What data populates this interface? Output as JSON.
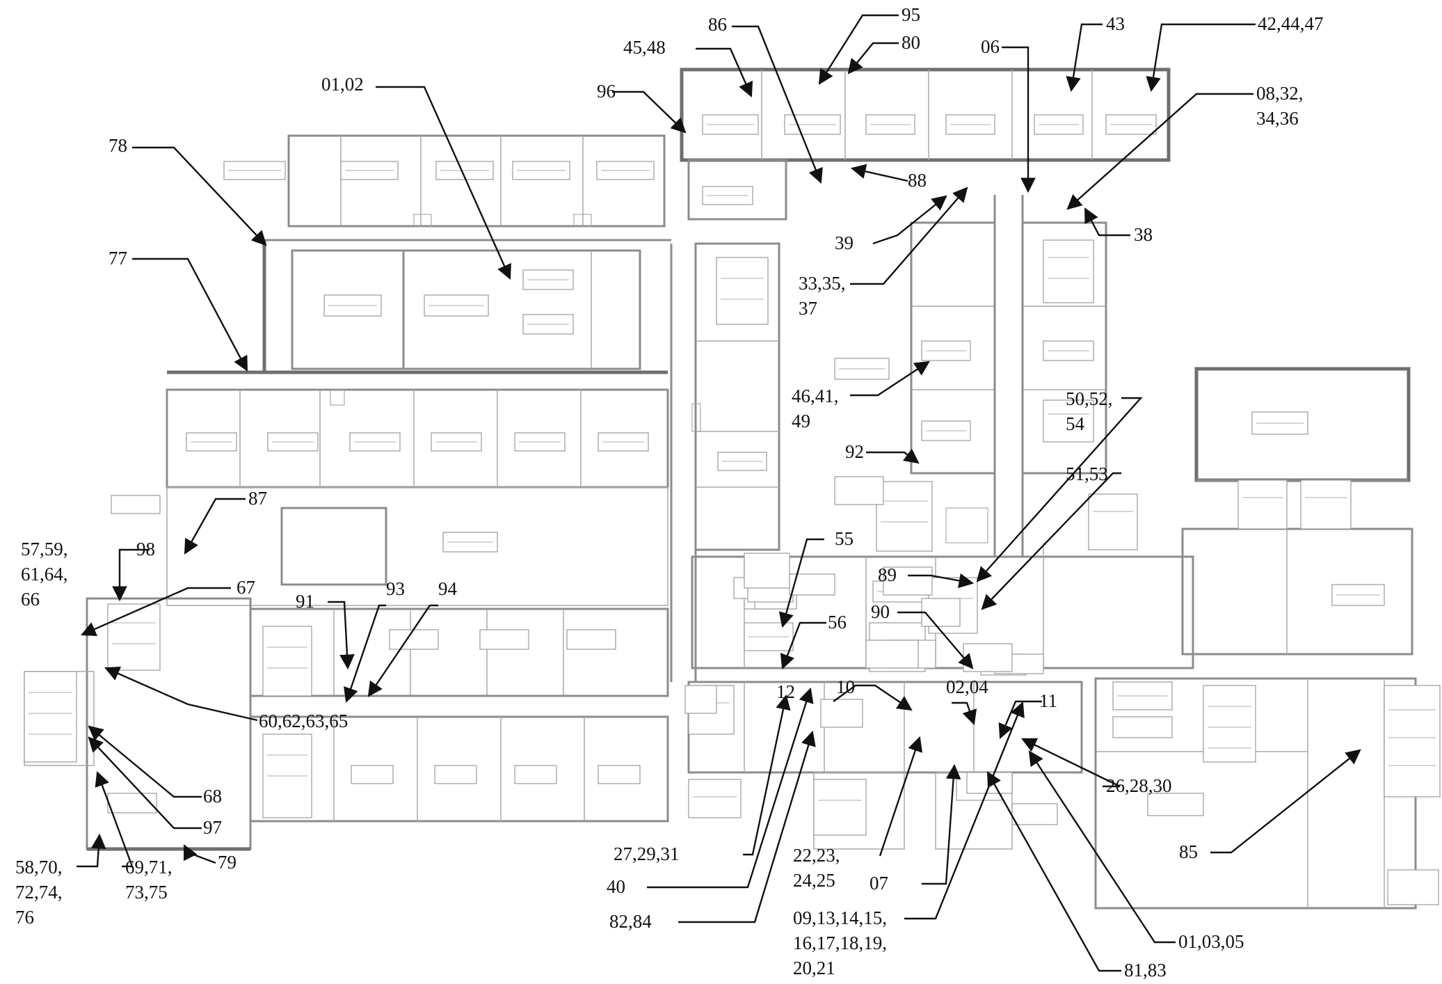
{
  "diagram": {
    "colors": {
      "walls": "#8c8c8c",
      "leaders": "#111111",
      "background": "#ffffff"
    },
    "callouts": [
      {
        "id": "c-0102",
        "text": "01,02"
      },
      {
        "id": "c-78",
        "text": "78"
      },
      {
        "id": "c-77",
        "text": "77"
      },
      {
        "id": "c-4548",
        "text": "45,48"
      },
      {
        "id": "c-86",
        "text": "86"
      },
      {
        "id": "c-95",
        "text": "95"
      },
      {
        "id": "c-80",
        "text": "80"
      },
      {
        "id": "c-96",
        "text": "96"
      },
      {
        "id": "c-06",
        "text": "06"
      },
      {
        "id": "c-43",
        "text": "43"
      },
      {
        "id": "c-424447",
        "text": "42,44,47"
      },
      {
        "id": "c-08323436",
        "lines": [
          "08,32,",
          "34,36"
        ]
      },
      {
        "id": "c-88",
        "text": "88"
      },
      {
        "id": "c-38",
        "text": "38"
      },
      {
        "id": "c-39",
        "text": "39"
      },
      {
        "id": "c-333537",
        "lines": [
          "33,35,",
          "37"
        ]
      },
      {
        "id": "c-464149",
        "lines": [
          "46,41,",
          "49"
        ]
      },
      {
        "id": "c-505254",
        "lines": [
          "50,52,",
          "54"
        ]
      },
      {
        "id": "c-92",
        "text": "92"
      },
      {
        "id": "c-5153",
        "text": "51,53"
      },
      {
        "id": "c-87",
        "text": "87"
      },
      {
        "id": "c-5759",
        "lines": [
          "57,59,",
          "61,64,",
          "66"
        ]
      },
      {
        "id": "c-98",
        "text": "98"
      },
      {
        "id": "c-55",
        "text": "55"
      },
      {
        "id": "c-67",
        "text": "67"
      },
      {
        "id": "c-91",
        "text": "91"
      },
      {
        "id": "c-93",
        "text": "93"
      },
      {
        "id": "c-94",
        "text": "94"
      },
      {
        "id": "c-89",
        "text": "89"
      },
      {
        "id": "c-90",
        "text": "90"
      },
      {
        "id": "c-56",
        "text": "56"
      },
      {
        "id": "c-12",
        "text": "12"
      },
      {
        "id": "c-10",
        "text": "10"
      },
      {
        "id": "c-0204",
        "text": "02,04"
      },
      {
        "id": "c-11",
        "text": "11"
      },
      {
        "id": "c-60626365",
        "text": "60,62,63,65"
      },
      {
        "id": "c-262830",
        "text": "26,28,30"
      },
      {
        "id": "c-68",
        "text": "68"
      },
      {
        "id": "c-97",
        "text": "97"
      },
      {
        "id": "c-79",
        "text": "79"
      },
      {
        "id": "c-5870",
        "lines": [
          "58,70,",
          "72,74,",
          "76"
        ]
      },
      {
        "id": "c-6971",
        "lines": [
          "69,71,",
          "73,75"
        ]
      },
      {
        "id": "c-272931",
        "text": "27,29,31"
      },
      {
        "id": "c-40",
        "text": "40"
      },
      {
        "id": "c-8284",
        "text": "82,84"
      },
      {
        "id": "c-22232425",
        "lines": [
          "22,23,",
          "24,25"
        ]
      },
      {
        "id": "c-07",
        "text": "07"
      },
      {
        "id": "c-0913",
        "lines": [
          "09,13,14,15,",
          "16,17,18,19,",
          "20,21"
        ]
      },
      {
        "id": "c-85",
        "text": "85"
      },
      {
        "id": "c-010305",
        "text": "01,03,05"
      },
      {
        "id": "c-8183",
        "text": "81,83"
      }
    ]
  }
}
